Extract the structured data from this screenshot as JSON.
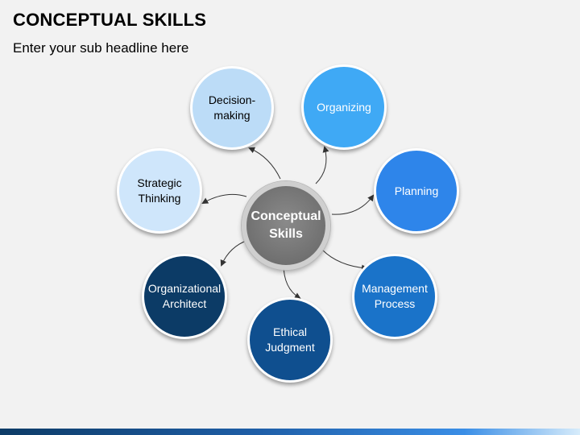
{
  "header": {
    "title": "CONCEPTUAL SKILLS",
    "subtitle": "Enter your sub headline here"
  },
  "center": {
    "label": "Conceptual Skills"
  },
  "nodes": [
    {
      "label": "Decision-making",
      "fill": "#bcdcf7",
      "text_color": "#000000",
      "icon": "decision-making-circle"
    },
    {
      "label": "Organizing",
      "fill": "#3fa9f5",
      "text_color": "#ffffff",
      "icon": "organizing-circle"
    },
    {
      "label": "Planning",
      "fill": "#2e85ea",
      "text_color": "#ffffff",
      "icon": "planning-circle"
    },
    {
      "label": "Management Process",
      "fill": "#1a73c9",
      "text_color": "#ffffff",
      "icon": "management-process-circle"
    },
    {
      "label": "Ethical Judgment",
      "fill": "#0f4f8f",
      "text_color": "#ffffff",
      "icon": "ethical-judgment-circle"
    },
    {
      "label": "Organizational Architect",
      "fill": "#0c3b66",
      "text_color": "#ffffff",
      "icon": "organizational-architect-circle"
    },
    {
      "label": "Strategic Thinking",
      "fill": "#cfe6fb",
      "text_color": "#000000",
      "icon": "strategic-thinking-circle"
    }
  ],
  "colors": {
    "connector": "#333333",
    "background": "#f2f2f2"
  }
}
